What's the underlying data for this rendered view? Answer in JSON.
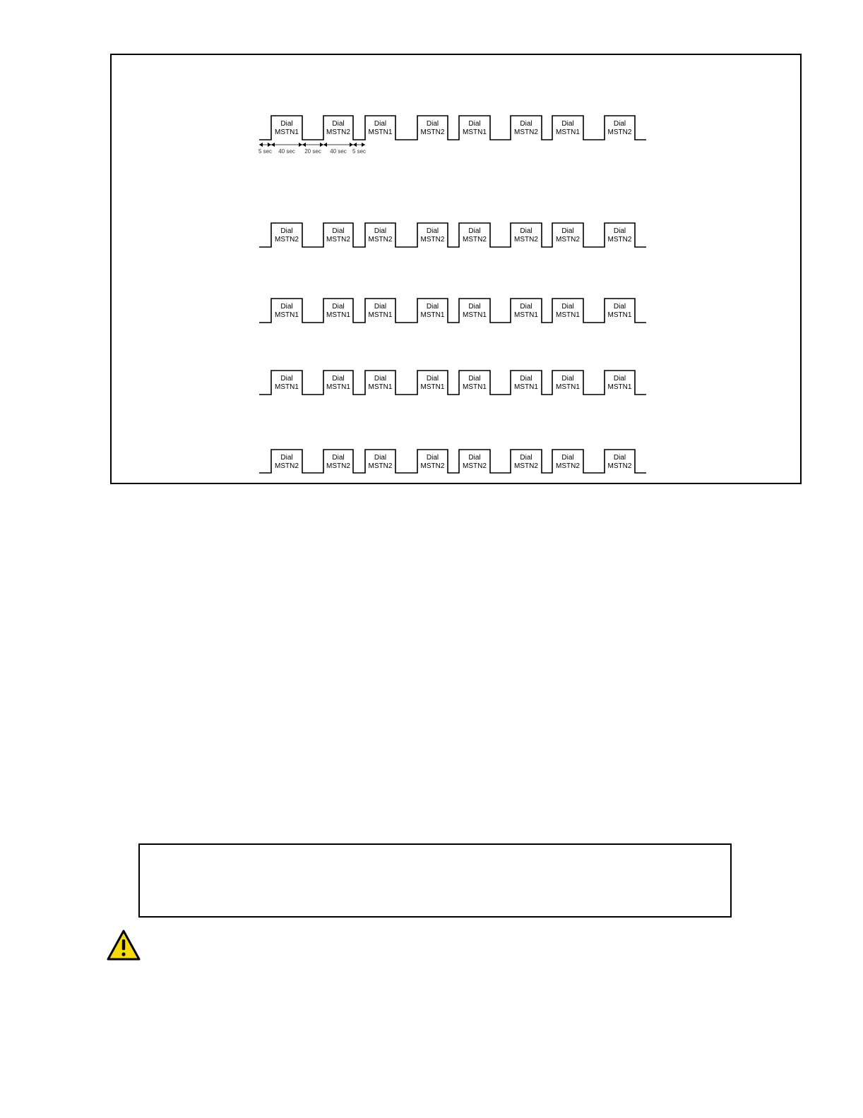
{
  "diagram": {
    "pulse_line1": "Dial",
    "rows": [
      {
        "labels": [
          "MSTN1",
          "MSTN2",
          "MSTN1",
          "MSTN2",
          "MSTN1",
          "MSTN2",
          "MSTN1",
          "MSTN2"
        ]
      },
      {
        "labels": [
          "MSTN2",
          "MSTN2",
          "MSTN2",
          "MSTN2",
          "MSTN2",
          "MSTN2",
          "MSTN2",
          "MSTN2"
        ]
      },
      {
        "labels": [
          "MSTN1",
          "MSTN1",
          "MSTN1",
          "MSTN1",
          "MSTN1",
          "MSTN1",
          "MSTN1",
          "MSTN1"
        ]
      },
      {
        "labels": [
          "MSTN1",
          "MSTN1",
          "MSTN1",
          "MSTN1",
          "MSTN1",
          "MSTN1",
          "MSTN1",
          "MSTN1"
        ]
      },
      {
        "labels": [
          "MSTN2",
          "MSTN2",
          "MSTN2",
          "MSTN2",
          "MSTN2",
          "MSTN2",
          "MSTN2",
          "MSTN2"
        ]
      }
    ],
    "timing_labels": [
      "5 sec",
      "40 sec",
      "20 sec",
      "40 sec",
      "5 sec"
    ]
  },
  "caution": {
    "icon": "warning-triangle-icon",
    "fill_color": "#f5d90a",
    "stroke_color": "#000000"
  }
}
